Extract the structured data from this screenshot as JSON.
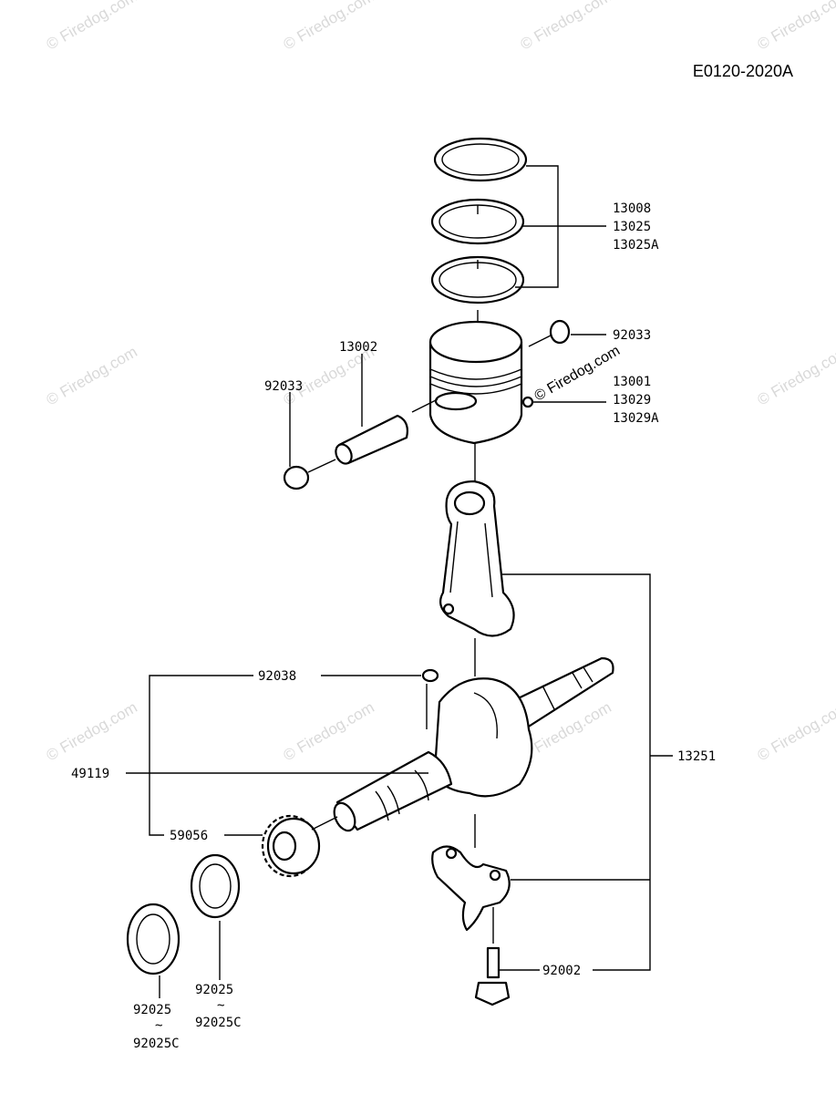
{
  "diagram_code": "E0120-2020A",
  "watermark": "© Firedog.com",
  "labels": {
    "rings": [
      "13008",
      "13025",
      "13025A"
    ],
    "clip_right": "92033",
    "pin": "13002",
    "clip_left": "92033",
    "piston": [
      "13001",
      "13029",
      "13029A"
    ],
    "conrod_assy": "13251",
    "key": "92038",
    "crankshaft": "49119",
    "gear": "59056",
    "bolt": "92002",
    "washer_inner": [
      "92025",
      "~",
      "92025C"
    ],
    "washer_outer": [
      "92025",
      "~",
      "92025C"
    ]
  }
}
